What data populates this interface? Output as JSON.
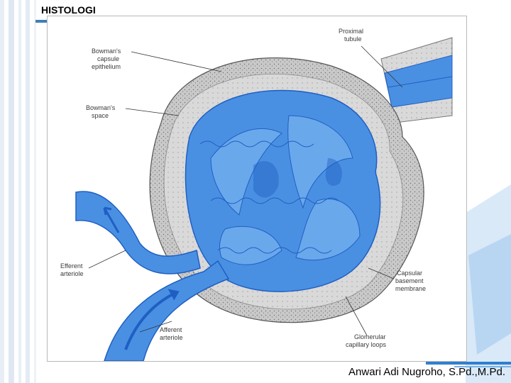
{
  "slide": {
    "title": "HISTOLOGI",
    "author": "Anwari Adi Nugroho, S.Pd.,M.Pd."
  },
  "diagram": {
    "labels": {
      "proximal_tubule": [
        "Proximal",
        "tubule"
      ],
      "capsule_epithelium": [
        "Bowman's",
        "capsule",
        "epithelium"
      ],
      "bowmans_space": [
        "Bowman's",
        "space"
      ],
      "efferent_arteriole": [
        "Efferent",
        "arteriole"
      ],
      "afferent_arteriole": [
        "Afferent",
        "arteriole"
      ],
      "capsular_basement_membrane": [
        "Capsular",
        "basement",
        "membrane"
      ],
      "glomerular_capillary_loops": [
        "Glomerular",
        "capillary loops"
      ]
    }
  },
  "colors": {
    "capillary_blue": "#4a90e2",
    "dark_blue": "#1f5fc4",
    "capsule_gray": "#b9b9b9",
    "accent_stripe": "#2f7fd0"
  }
}
